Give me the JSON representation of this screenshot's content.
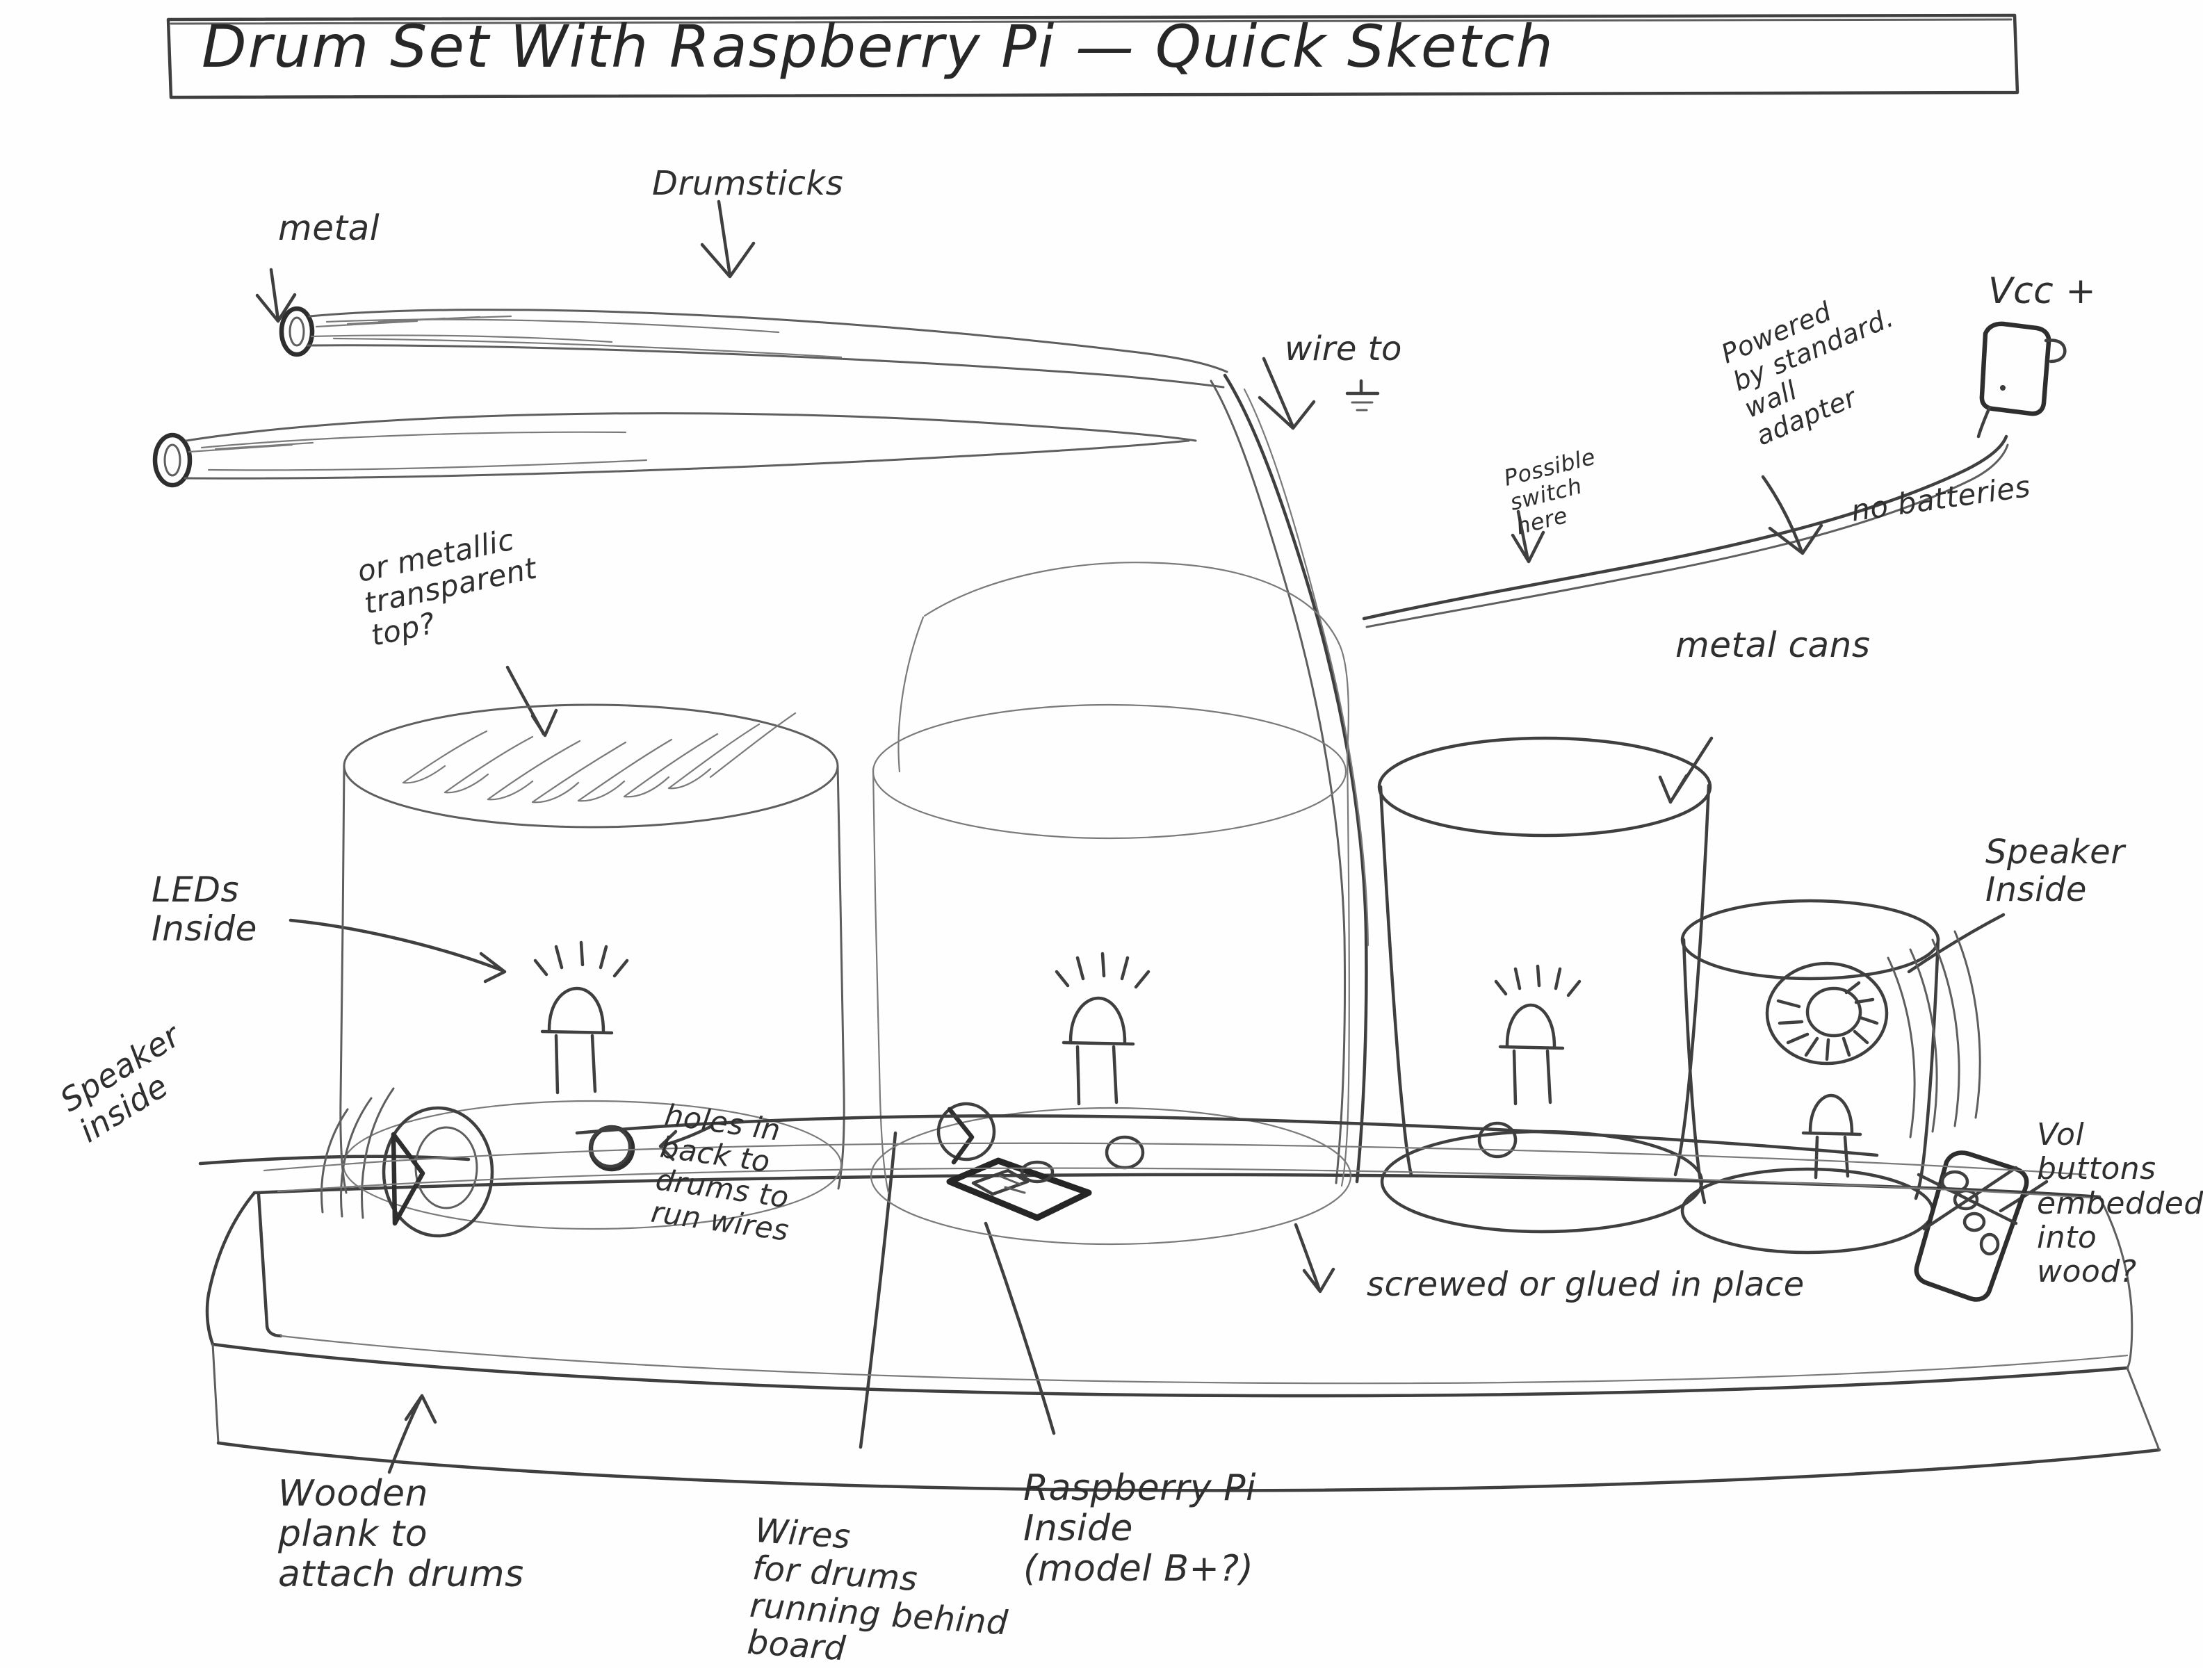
{
  "title": "Drum Set With Raspberry Pi — Quick Sketch",
  "annotations": {
    "metal": "metal",
    "drumsticks": "Drumsticks",
    "wire_to_ground": "wire  to",
    "vcc": "Vcc +",
    "powered_by_adapter": "Powered\nby standard.\nwall\nadapter",
    "possible_switch": "Possible\nswitch\nhere",
    "no_batteries": "no batteries",
    "metallic_top": "or metallic\ntransparent\ntop?",
    "metal_cans": "metal cans",
    "leds_inside": "LEDs\nInside",
    "speaker_inside_left": "Speaker\ninside",
    "speaker_inside_right": "Speaker\nInside",
    "holes_in_back": "holes in\nback to\ndrums to\nrun wires",
    "vol_buttons": "Vol buttons\nembedded\ninto wood?",
    "screwed_or_glued": "screwed  or  glued in place",
    "wooden_plank": "Wooden\nplank to\nattach drums",
    "wires_for_drums": "Wires\nfor drums\nrunning behind\nboard",
    "raspberry_pi_inside": "Raspberry Pi\nInside\n(model B+?)"
  },
  "colors": {
    "ink": "#3a3a3a",
    "ink_light": "#7a7a7a",
    "ink_dark": "#262626",
    "paper": "#fefefe"
  },
  "icons": {
    "ground_symbol": "ground-symbol",
    "led": "led-icon",
    "speaker": "speaker-icon",
    "wall_adapter": "wall-adapter-icon",
    "raspberry_pi_board": "raspberry-pi-board-icon",
    "volume_button_strip": "volume-button-strip-icon",
    "arrow": "arrow-icon"
  }
}
